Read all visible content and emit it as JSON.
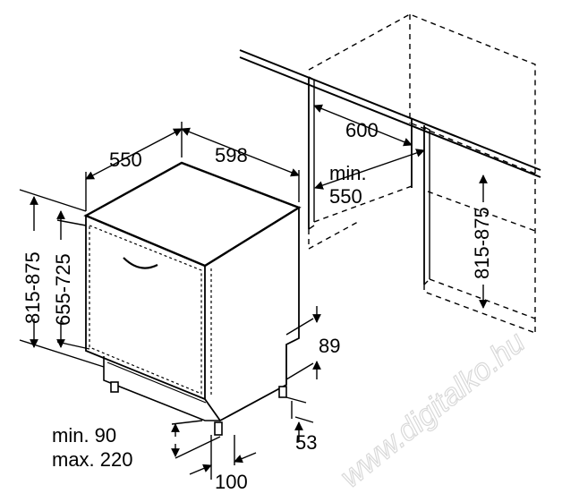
{
  "diagram": {
    "dimensions": {
      "depth": "550",
      "width": "598",
      "niche_width": "600",
      "niche_min_depth": "min.\n550",
      "niche_height": "815-875",
      "height_total": "815-875",
      "height_door": "655-725",
      "kick_height": "89",
      "foot_offset": "53",
      "plinth_height": "min. 90\nmax. 220",
      "plinth_depth": "100"
    },
    "watermark": "www.digitalko.hu",
    "colors": {
      "line": "#000000",
      "watermark": "#d9d9d9",
      "background": "#ffffff"
    }
  }
}
